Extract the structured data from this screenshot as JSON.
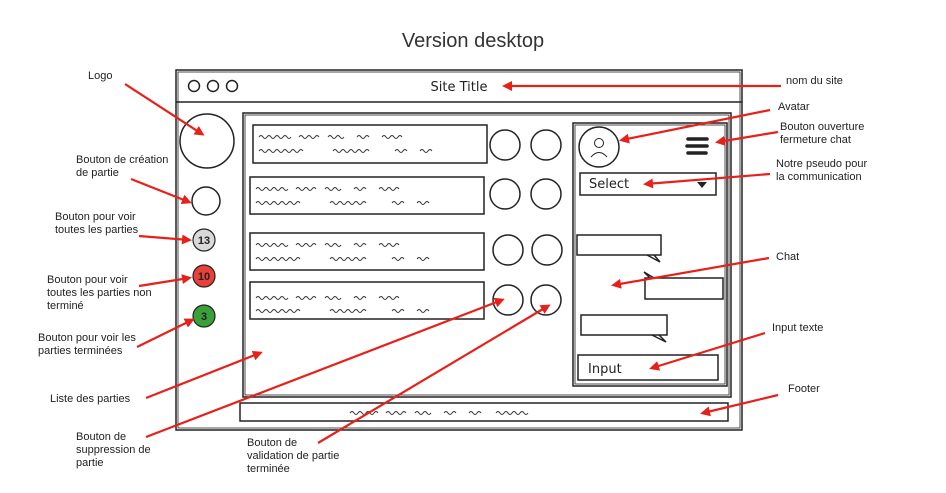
{
  "title": "Version desktop",
  "mockup": {
    "site_title": "Site Title",
    "select_label": "Select",
    "input_label": "Input",
    "badges": [
      {
        "value": "13",
        "color": "#d9d9d9"
      },
      {
        "value": "10",
        "color": "#e8413a"
      },
      {
        "value": "3",
        "color": "#3aa13a"
      }
    ],
    "colors": {
      "stroke": "#222222",
      "arrow": "#e8201a"
    }
  },
  "annotations": {
    "logo": "Logo",
    "create_game": "Bouton de création\nde partie",
    "all_games": "Bouton pour voir\ntoutes les parties",
    "unfinished_games": "Bouton pour voir\ntoutes les parties non\nterminé",
    "finished_games": "Bouton pour voir les\nparties terminées",
    "games_list": "Liste des parties",
    "delete_game": "Bouton de\nsuppression de\npartie",
    "validate_game": "Bouton de\nvalidation de partie\nterminée",
    "site_name": "nom du site",
    "avatar": "Avatar",
    "chat_toggle": "Bouton ouverture\nfermeture chat",
    "pseudo": "Notre pseudo pour\nla communication",
    "chat": "Chat",
    "text_input": "Input texte",
    "footer": "Footer"
  }
}
